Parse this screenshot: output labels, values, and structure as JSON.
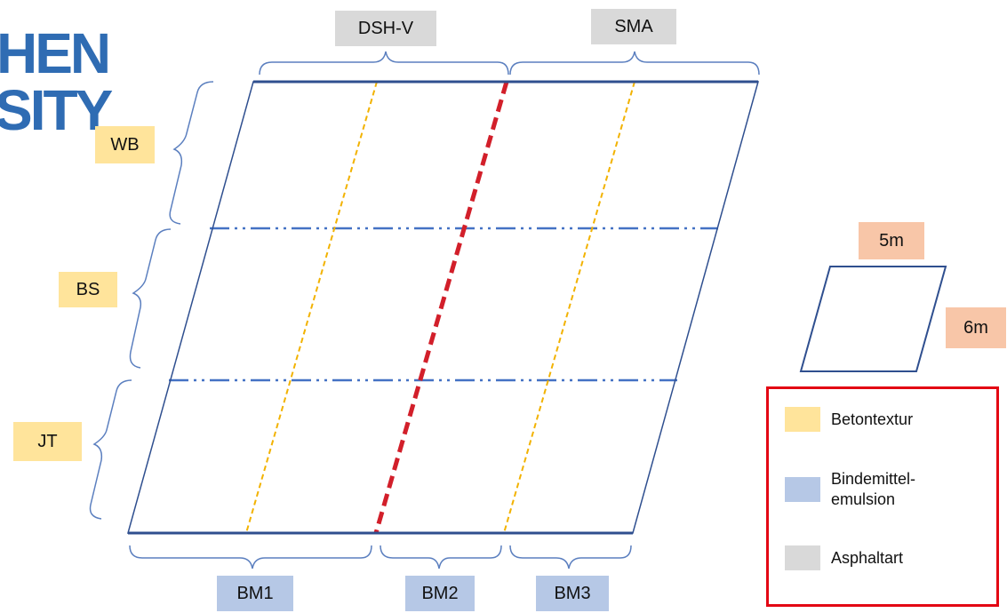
{
  "logo": {
    "line1": "HEN",
    "line2": "SITY",
    "color": "#2f6cb3"
  },
  "top_labels": {
    "left": "DSH-V",
    "right": "SMA"
  },
  "side_labels": {
    "top": "WB",
    "middle": "BS",
    "bottom": "JT"
  },
  "bottom_labels": {
    "left": "BM1",
    "middle": "BM2",
    "right": "BM3"
  },
  "dimensions": {
    "width_label": "5m",
    "height_label": "6m"
  },
  "legend": {
    "items": [
      {
        "color": "#ffe49b",
        "label": "Betontextur"
      },
      {
        "color": "#b6c8e6",
        "label": "Bindemittel-\nemulsion"
      },
      {
        "color": "#d9d9d9",
        "label": "Asphaltart"
      }
    ],
    "border_color": "#e30613"
  },
  "colors": {
    "outline": "#2f4f8f",
    "dashdot": "#4472c4",
    "yellow_dashed": "#f2b200",
    "red_dashed": "#d21f2a",
    "brace": "#5b7fbf"
  }
}
